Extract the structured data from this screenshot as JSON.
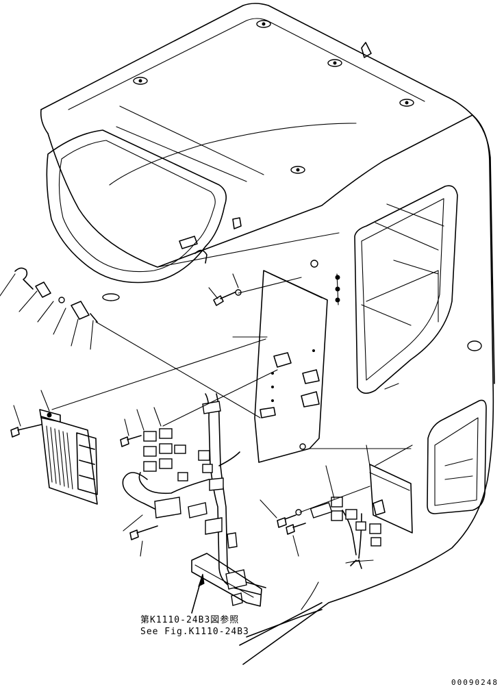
{
  "cross_reference": {
    "japanese": "第K1110-24B3図参照",
    "english": "See Fig.K1110-24B3"
  },
  "drawing_number": "00090248",
  "line_color": "#000000",
  "background_color": "#ffffff"
}
